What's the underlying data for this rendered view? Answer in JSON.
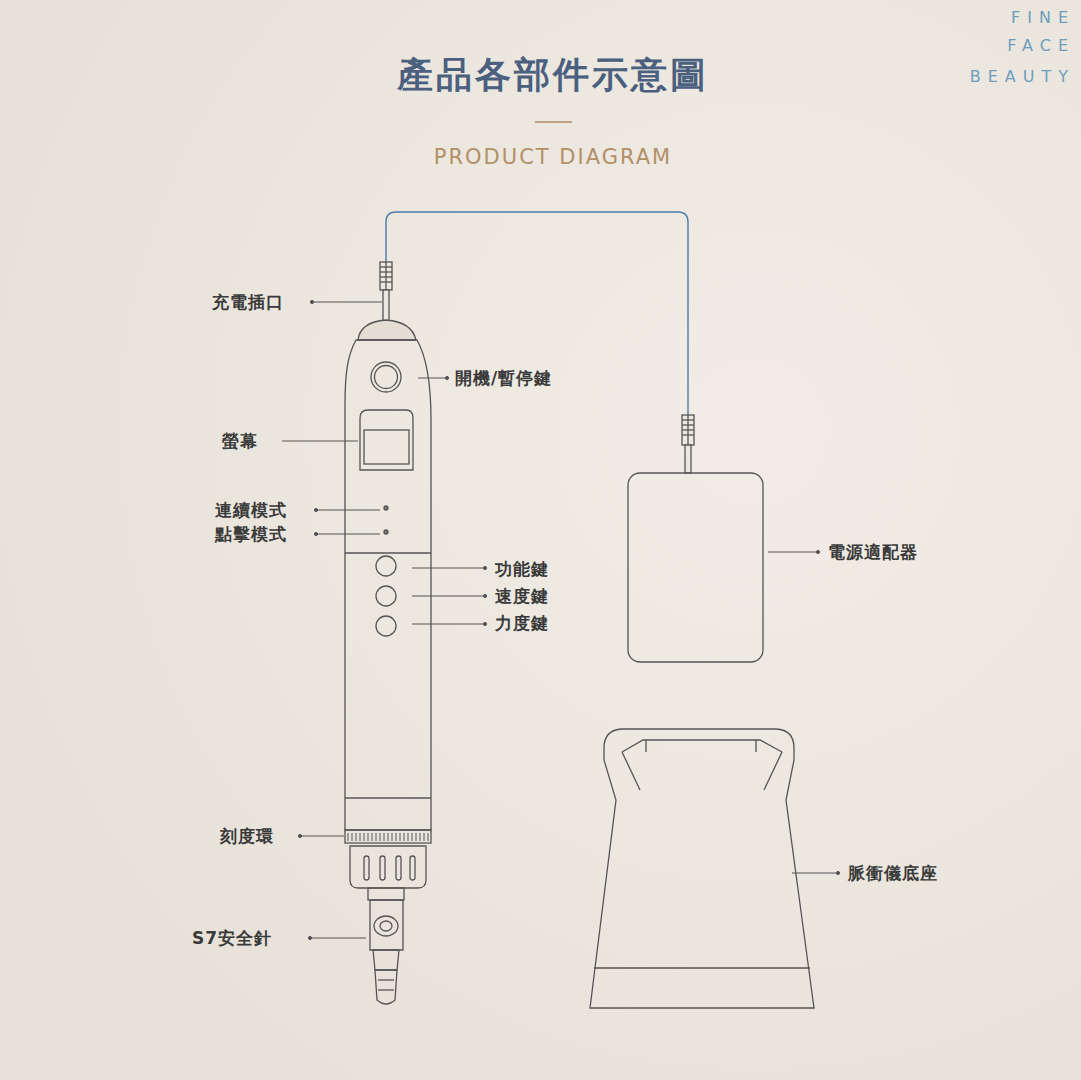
{
  "diagram": {
    "title": "產品各部件示意圖",
    "labels": [
      "PRODUCT DIAGRAM",
      "FINE",
      "FACE",
      "BEAUTY",
      "充電插口",
      "開機/暫停鍵",
      "螢幕",
      "連續模式",
      "點擊模式",
      "功能鍵",
      "速度鍵",
      "力度鍵",
      "電源適配器",
      "刻度環",
      "脈衝儀底座",
      "S7安全針"
    ]
  }
}
